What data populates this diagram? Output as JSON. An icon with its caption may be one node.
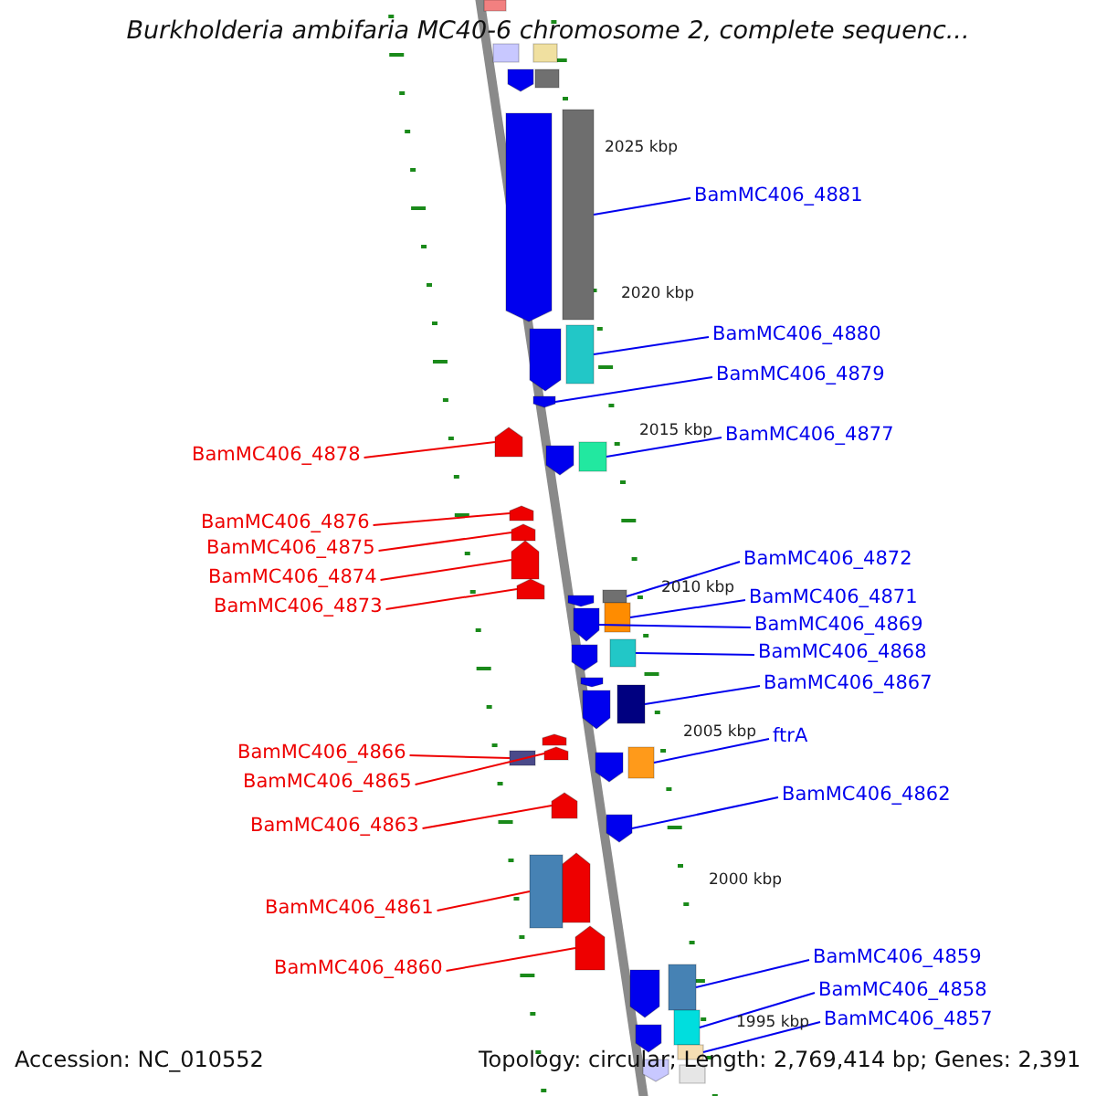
{
  "diagram": {
    "title": "Burkholderia ambifaria MC40-6 chromosome 2, complete sequenc...",
    "nodes": [
      {
        "text": [
          "BamMC406_4881"
        ]
      },
      {
        "text": [],
        "shape": "box"
      },
      {
        "text": [
          "BamMC406_4880"
        ]
      },
      {
        "text": [],
        "shape": "box"
      },
      {
        "text": [
          "BamMC406_4879"
        ]
      },
      {
        "text": [],
        "shape": "arrow"
      },
      {
        "text": [
          "BamMC406_4878"
        ]
      },
      {
        "text": [],
        "shape": "arrow"
      },
      {
        "text": [
          "BamMC406_4877"
        ]
      },
      {
        "text": [],
        "shape": "box"
      },
      {
        "text": [
          "BamMC406_4876"
        ]
      },
      {
        "text": [],
        "shape": "arrow"
      },
      {
        "text": [
          "BamMC406_4875"
        ]
      },
      {
        "text": [],
        "shape": "arrow"
      },
      {
        "text": [
          "BamMC406_4874"
        ]
      },
      {
        "text": [],
        "shape": "arrow"
      },
      {
        "text": [
          "BamMC406_4873"
        ]
      },
      {
        "text": [],
        "shape": "arrow"
      },
      {
        "text": [
          "BamMC406_4872"
        ]
      },
      {
        "text": [],
        "shape": "box"
      },
      {
        "text": [
          "BamMC406_4871"
        ]
      },
      {
        "text": [],
        "shape": "box"
      },
      {
        "text": [
          "BamMC406_4869"
        ]
      },
      {
        "text": [],
        "shape": "arrow"
      },
      {
        "text": [
          "BamMC406_4868"
        ]
      },
      {
        "text": [],
        "shape": "box"
      },
      {
        "text": [
          "BamMC406_4867"
        ]
      },
      {
        "text": [],
        "shape": "box"
      },
      {
        "text": [
          "ftrA"
        ]
      },
      {
        "text": [],
        "shape": "box"
      },
      {
        "text": [
          "BamMC406_4866"
        ]
      },
      {
        "text": [],
        "shape": "box"
      },
      {
        "text": [
          "BamMC406_4865"
        ]
      },
      {
        "text": [],
        "shape": "arrow"
      },
      {
        "text": [
          "BamMC406_4863"
        ]
      },
      {
        "text": [],
        "shape": "arrow"
      },
      {
        "text": [
          "BamMC406_4862"
        ]
      },
      {
        "text": [],
        "shape": "arrow"
      },
      {
        "text": [
          "BamMC406_4861"
        ]
      },
      {
        "text": [],
        "shape": "box"
      },
      {
        "text": [
          "BamMC406_4860"
        ]
      },
      {
        "text": [],
        "shape": "arrow"
      },
      {
        "text": [
          "BamMC406_4859"
        ]
      },
      {
        "text": [],
        "shape": "box"
      },
      {
        "text": [
          "BamMC406_4858"
        ]
      },
      {
        "text": [],
        "shape": "box"
      },
      {
        "text": [
          "BamMC406_4857"
        ]
      },
      {
        "text": [],
        "shape": "box"
      },
      {
        "text": [],
        "shape": "box"
      },
      {
        "text": [],
        "shape": "box"
      },
      {
        "text": [],
        "shape": "box"
      },
      {
        "text": [],
        "shape": "arrow"
      },
      {
        "text": [],
        "shape": "box"
      },
      {
        "text": [],
        "shape": "arrow"
      },
      {
        "text": [],
        "shape": "arrow"
      },
      {
        "text": [],
        "shape": "arrow"
      },
      {
        "text": [],
        "shape": "arrow"
      },
      {
        "text": [],
        "shape": "arrow"
      },
      {
        "text": [],
        "shape": "arrow"
      },
      {
        "text": [],
        "shape": "arrow"
      },
      {
        "text": [],
        "shape": "arrow"
      },
      {
        "text": [],
        "shape": "arrow"
      },
      {
        "text": [],
        "shape": "arrow"
      },
      {
        "text": [],
        "shape": "arrow"
      },
      {
        "text": [],
        "shape": "arrow"
      },
      {
        "text": [],
        "shape": "arrow"
      },
      {
        "text": [],
        "shape": "box"
      }
    ],
    "edges": [
      {
        "from": 0,
        "to": 1,
        "arrow": "none"
      },
      {
        "from": 2,
        "to": 3,
        "arrow": "none"
      },
      {
        "from": 4,
        "to": 5,
        "arrow": "none"
      },
      {
        "from": 6,
        "to": 7,
        "arrow": "none",
        "color": "#ee0000"
      },
      {
        "from": 8,
        "to": 9,
        "arrow": "none"
      },
      {
        "from": 10,
        "to": 11,
        "arrow": "none",
        "color": "#ee0000"
      },
      {
        "from": 12,
        "to": 13,
        "arrow": "none",
        "color": "#ee0000"
      },
      {
        "from": 14,
        "to": 15,
        "arrow": "none",
        "color": "#ee0000"
      },
      {
        "from": 16,
        "to": 17,
        "arrow": "none",
        "color": "#ee0000"
      },
      {
        "from": 18,
        "to": 19,
        "arrow": "none"
      },
      {
        "from": 20,
        "to": 21,
        "arrow": "none"
      },
      {
        "from": 22,
        "to": 23,
        "arrow": "none"
      },
      {
        "from": 24,
        "to": 25,
        "arrow": "none"
      },
      {
        "from": 26,
        "to": 27,
        "arrow": "none"
      },
      {
        "from": 28,
        "to": 29,
        "arrow": "none"
      },
      {
        "from": 30,
        "to": 31,
        "arrow": "none",
        "color": "#ee0000"
      },
      {
        "from": 32,
        "to": 33,
        "arrow": "none",
        "color": "#ee0000"
      },
      {
        "from": 34,
        "to": 35,
        "arrow": "none",
        "color": "#ee0000"
      },
      {
        "from": 36,
        "to": 37,
        "arrow": "none"
      },
      {
        "from": 38,
        "to": 39,
        "arrow": "none",
        "color": "#ee0000"
      },
      {
        "from": 40,
        "to": 41,
        "arrow": "none",
        "color": "#ee0000"
      },
      {
        "from": 42,
        "to": 43,
        "arrow": "none"
      },
      {
        "from": 44,
        "to": 45,
        "arrow": "none"
      },
      {
        "from": 46,
        "to": 47,
        "arrow": "none"
      }
    ],
    "labels": [
      "2025 kbp",
      "2020 kbp",
      "2015 kbp",
      "2010 kbp",
      "2005 kbp",
      "2000 kbp",
      "1995 kbp",
      "Accession: NC_010552",
      "Topology: circular; Length: 2,769,414 bp; Genes: 2,391"
    ]
  }
}
